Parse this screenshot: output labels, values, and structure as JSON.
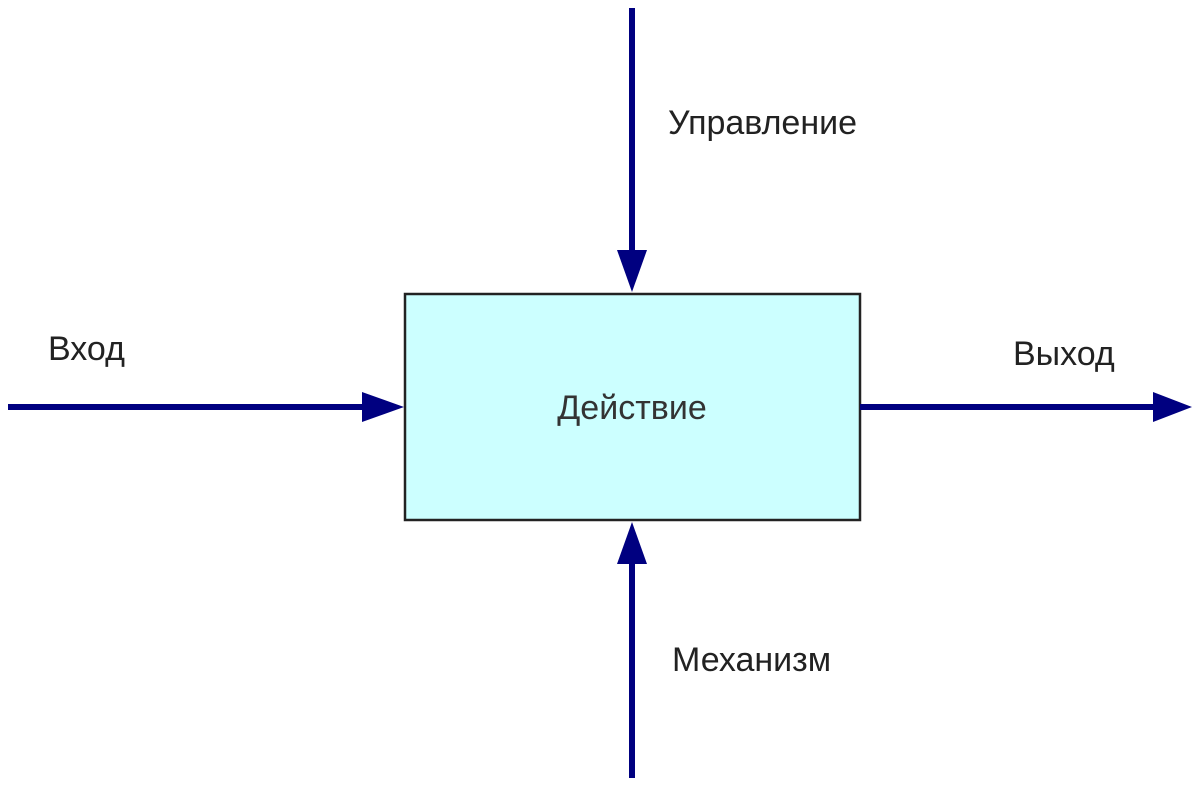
{
  "diagram": {
    "type": "IDEF0 function block",
    "box": {
      "label": "Действие",
      "fill_color": "#ccffff",
      "border_color": "#222222"
    },
    "arrows": {
      "color": "#000080",
      "input": {
        "label": "Вход",
        "direction": "into box from left"
      },
      "control": {
        "label": "Управление",
        "direction": "into box from top"
      },
      "output": {
        "label": "Выход",
        "direction": "out of box to right"
      },
      "mechanism": {
        "label": "Механизм",
        "direction": "into box from bottom"
      }
    }
  }
}
